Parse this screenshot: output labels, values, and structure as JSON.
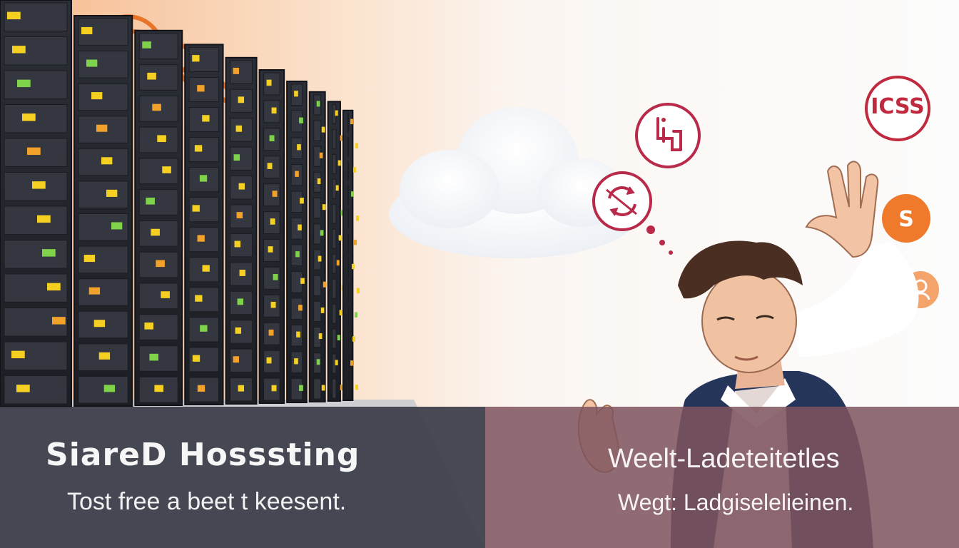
{
  "left_panel": {
    "title": "SiareD Hosssting",
    "subtitle": "Tost free a beet t keesent."
  },
  "right_panel": {
    "title": "Weelt-Ladeteitetles",
    "subtitle": "Wegt: Ladgiselelieinen."
  },
  "icons": {
    "css_badge": "ICSS",
    "top_icon": "chair-icon",
    "refresh_icon": "refresh-icon",
    "orange_icon": "s-chat-icon",
    "user_icon": "user-icon"
  },
  "colors": {
    "accent_red": "#b8294a",
    "accent_orange": "#ee7a2a",
    "panel_left": "#3a3c48",
    "panel_right": "#7e545e"
  }
}
